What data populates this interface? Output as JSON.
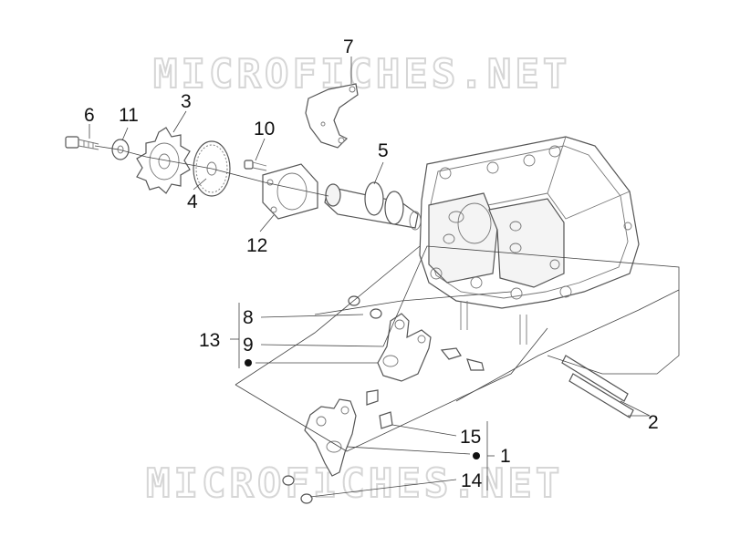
{
  "watermark": {
    "top": "MICROFICHES.NET",
    "bottom": "MICROFICHES.NET"
  },
  "callouts": {
    "c1": "1",
    "c2": "2",
    "c3": "3",
    "c4": "4",
    "c5": "5",
    "c6": "6",
    "c7": "7",
    "c8": "8",
    "c9": "9",
    "c10": "10",
    "c11": "11",
    "c12": "12",
    "c13": "13",
    "c14": "14",
    "c15": "15"
  },
  "colors": {
    "line": "#555555",
    "text": "#111111",
    "watermark": "#d6d6d6"
  }
}
